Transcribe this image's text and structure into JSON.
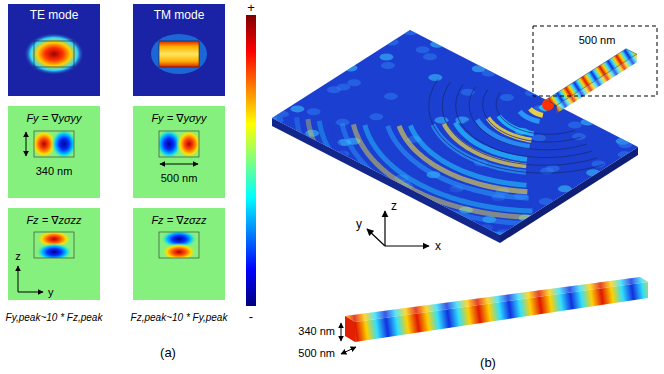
{
  "diagram": {
    "labels": [
      "TE mode",
      "TM mode",
      "Fy = ∇yσyy",
      "340 nm",
      "Fy = ∇yσyy",
      "500 nm",
      "Fz = ∇zσzz",
      "z",
      "y",
      "Fz = ∇zσzz",
      "Fy,peak~10 * Fz,peak",
      "Fz,peak~10 * Fy,peak",
      "(a)",
      "+",
      "-",
      "500 nm",
      "z",
      "y",
      "x",
      "340 nm",
      "500 nm",
      "(b)"
    ]
  }
}
